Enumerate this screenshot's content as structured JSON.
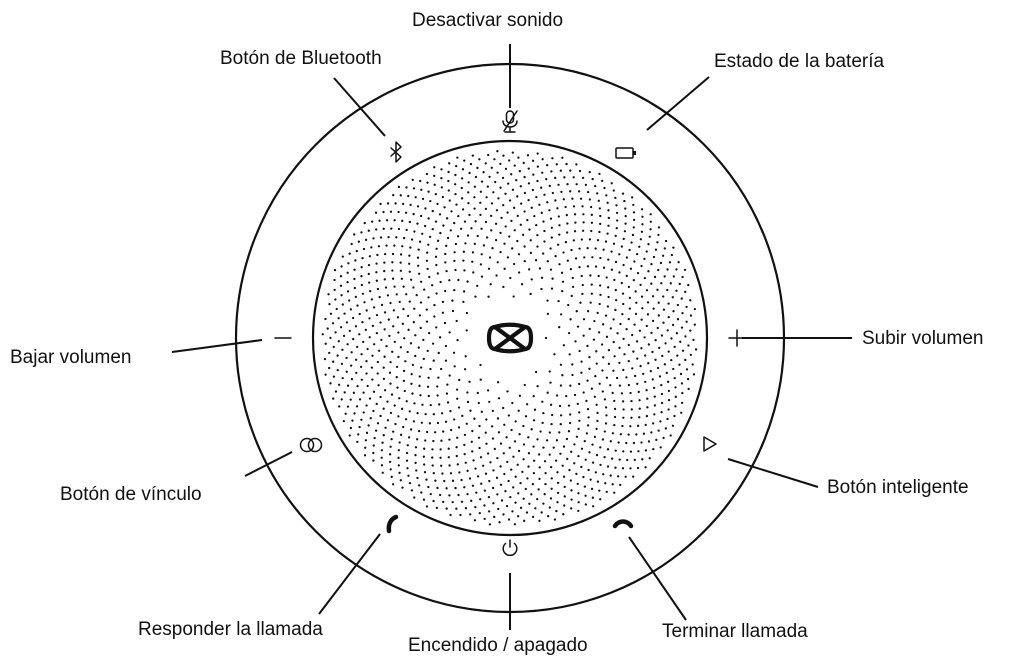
{
  "diagram": {
    "labels": {
      "bluetooth": "Botón de Bluetooth",
      "mute": "Desactivar sonido",
      "battery": "Estado de la batería",
      "volume_down": "Bajar volumen",
      "volume_up": "Subir volumen",
      "link": "Botón de vínculo",
      "smart": "Botón inteligente",
      "answer": "Responder la llamada",
      "power": "Encendido / apagado",
      "end_call": "Terminar llamada"
    },
    "icons": {
      "bluetooth": "bluetooth-icon",
      "mute": "microphone-muted-icon",
      "battery": "battery-icon",
      "volume_down": "minus-icon",
      "volume_up": "plus-icon",
      "link": "link-rings-icon",
      "smart": "smart-triangle-icon",
      "answer": "phone-answer-icon",
      "power": "power-icon",
      "end_call": "phone-hangup-icon",
      "center_logo": "brand-knot-logo"
    },
    "colors": {
      "ink": "#111111",
      "background": "#ffffff"
    }
  }
}
